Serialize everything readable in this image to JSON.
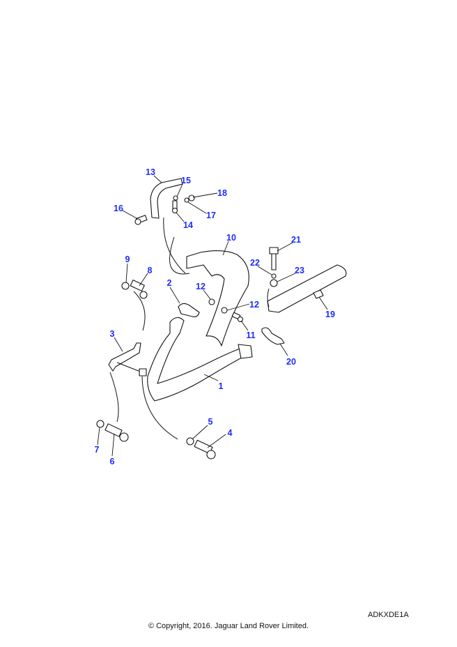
{
  "diagram": {
    "labels": [
      "1",
      "2",
      "3",
      "4",
      "5",
      "6",
      "7",
      "8",
      "9",
      "10",
      "11",
      "12",
      "12",
      "13",
      "14",
      "15",
      "16",
      "17",
      "18",
      "19",
      "20",
      "21",
      "22",
      "23"
    ],
    "label_color": "#1a2bff"
  },
  "footer": {
    "diagram_code": "ADKXDE1A",
    "copyright": "© Copyright, 2016. Jaguar Land Rover Limited."
  }
}
